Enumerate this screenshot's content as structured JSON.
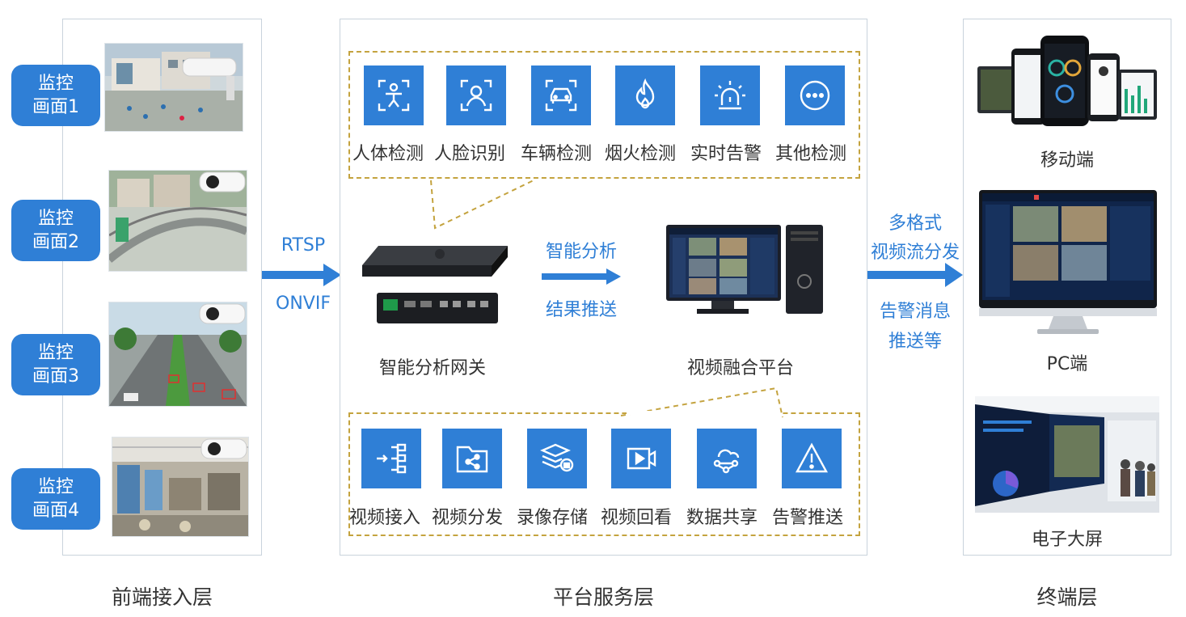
{
  "layers": {
    "front": "前端接入层",
    "platform": "平台服务层",
    "terminal": "终端层"
  },
  "monitors": [
    {
      "line1": "监控",
      "line2": "画面1"
    },
    {
      "line1": "监控",
      "line2": "画面2"
    },
    {
      "line1": "监控",
      "line2": "画面3"
    },
    {
      "line1": "监控",
      "line2": "画面4"
    }
  ],
  "protocols": {
    "rtsp": "RTSP",
    "onvif": "ONVIF"
  },
  "analysis_features": [
    {
      "label": "人体检测",
      "icon": "body-detect-icon"
    },
    {
      "label": "人脸识别",
      "icon": "face-recognition-icon"
    },
    {
      "label": "车辆检测",
      "icon": "vehicle-detect-icon"
    },
    {
      "label": "烟火检测",
      "icon": "fire-detect-icon"
    },
    {
      "label": "实时告警",
      "icon": "alarm-light-icon"
    },
    {
      "label": "其他检测",
      "icon": "more-icon"
    }
  ],
  "platform_features": [
    {
      "label": "视频接入",
      "icon": "video-access-icon"
    },
    {
      "label": "视频分发",
      "icon": "share-folder-icon"
    },
    {
      "label": "录像存储",
      "icon": "storage-layers-icon"
    },
    {
      "label": "视频回看",
      "icon": "video-playback-icon"
    },
    {
      "label": "数据共享",
      "icon": "cloud-share-icon"
    },
    {
      "label": "告警推送",
      "icon": "warning-icon"
    }
  ],
  "gateway_label": "智能分析网关",
  "platform_label": "视频融合平台",
  "flow": {
    "analysis_line1": "智能分析",
    "analysis_line2": "结果推送",
    "output_line1": "多格式",
    "output_line2": "视频流分发",
    "output_line3": "告警消息",
    "output_line4": "推送等"
  },
  "terminals": {
    "mobile": "移动端",
    "pc": "PC端",
    "screen": "电子大屏"
  },
  "colors": {
    "accent_blue": "#2f7fd6",
    "dashed_gold": "#c4a33f",
    "panel_border": "#c9d3dc"
  }
}
